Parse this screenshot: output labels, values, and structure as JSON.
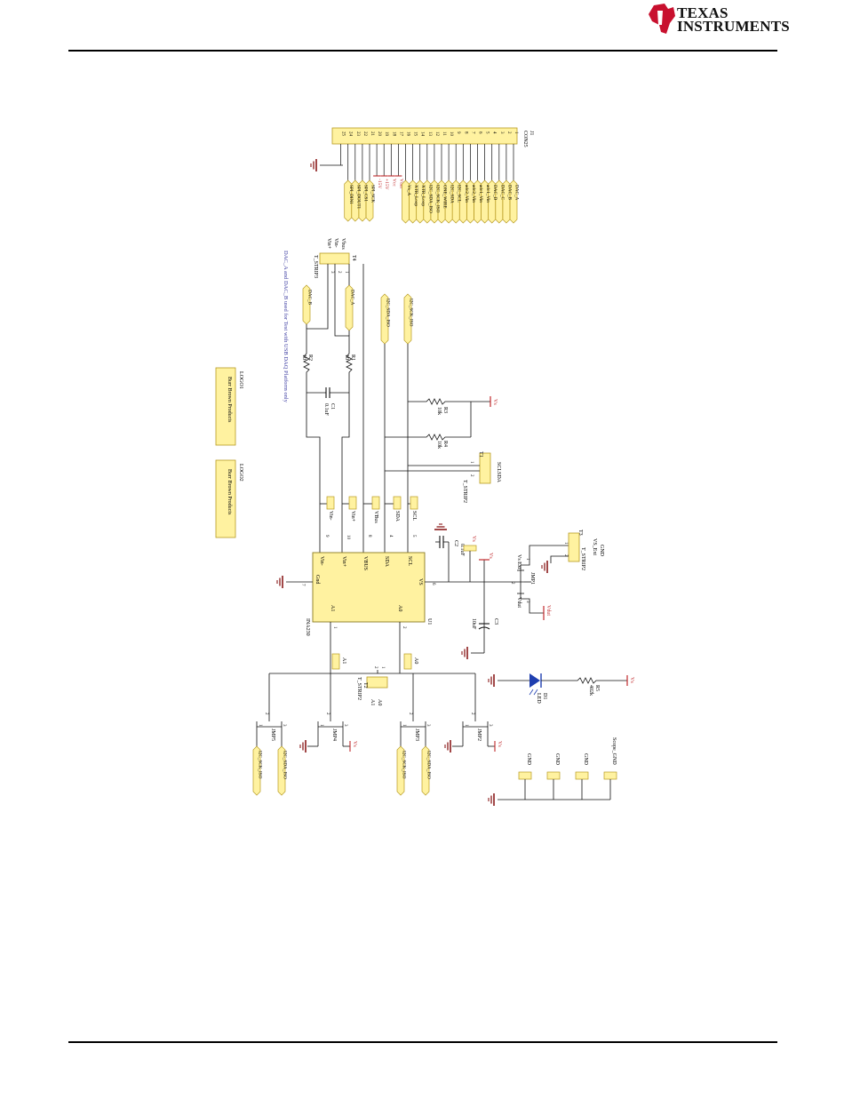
{
  "logo": {
    "line1": "TEXAS",
    "line2": "INSTRUMENTS"
  },
  "colors": {
    "wire": "#101010",
    "tag_fill": "#fff2a0",
    "tag_stroke": "#b89a20",
    "power": "#c0282a",
    "ground": "#8a1b1b",
    "note_text": "#3a3aa0",
    "led": "#1f3fb0"
  },
  "j1": {
    "ref": "J1",
    "value": "CON25",
    "pins": [
      "1",
      "2",
      "3",
      "4",
      "5",
      "6",
      "7",
      "8",
      "9",
      "10",
      "11",
      "12",
      "13",
      "14",
      "15",
      "16",
      "17",
      "18",
      "19",
      "20",
      "21",
      "22",
      "23",
      "24",
      "25"
    ],
    "nets_top": [
      "DAC_A",
      "DAC_B",
      "DAC_C",
      "DAC_D",
      "adc1_Vin",
      "adc1_Vin",
      "adc2_Vin",
      "adc2_Vin",
      "I2C_SCL",
      "I2C_SDA",
      "ONE_WIRE",
      "I2C_SCK_ISO",
      "I2C_SDA_ISO",
      "XTR_Loop",
      "XTR_Loop",
      "Vs_A"
    ],
    "power_nets": [
      "Vdut",
      "Vcc",
      "+15V",
      "-15V"
    ],
    "nets_bottom": [
      "SPI_SCK",
      "SPI_CS1",
      "SPI_DOUT1",
      "SPI_DIN1"
    ]
  },
  "t4": {
    "ref": "T4",
    "value": "T_STRIP3",
    "pins": [
      "Vbus",
      "Vin-",
      "Vin+"
    ],
    "pin_nums": [
      "1",
      "2",
      "3"
    ]
  },
  "note": "DAC_A and DAC_B used for Test with USB DAQ Platform only",
  "dac_tags": [
    "DAC_B",
    "DAC_A"
  ],
  "i2c_tags": [
    "I2C_SDA_ISO",
    "I2C_SCK_ISO"
  ],
  "r1": {
    "ref": "R1",
    "value": "10"
  },
  "r2": {
    "ref": "R2",
    "value": "10"
  },
  "c1": {
    "ref": "C1",
    "value": "0.1uF"
  },
  "r3": {
    "ref": "R3",
    "value": "10k"
  },
  "r4": {
    "ref": "R4",
    "value": "10k"
  },
  "vs": "Vs",
  "t1": {
    "ref": "T1",
    "value": "T_STRIP2",
    "pins": [
      "SCL",
      "SDA"
    ],
    "pin_nums": [
      "1",
      "2"
    ]
  },
  "logo1": {
    "ref": "LOGO1",
    "text": "Burr Brown Products"
  },
  "logo2": {
    "ref": "LOGO2",
    "text": "Burr Brown Products"
  },
  "testpoints": [
    "Vin-",
    "Vin+",
    "VBus",
    "SDA",
    "SCL"
  ],
  "u1": {
    "ref": "U1",
    "value": "INA230",
    "pins": [
      "Vin-",
      "Vin+",
      "VBUS",
      "SDA",
      "SCL",
      "Gnd",
      "VS",
      "A1",
      "A0"
    ],
    "pin_nums": [
      "9",
      "10",
      "8",
      "4",
      "5",
      "7",
      "6",
      "1",
      "2"
    ]
  },
  "c2": {
    "ref": "C2",
    "value": "0.1uF"
  },
  "c3": {
    "ref": "C3",
    "value": "10uF"
  },
  "jmp1": {
    "ref": "JMP1",
    "pins": [
      "Vs Ext",
      "Vdut"
    ],
    "pin_nums": [
      "1",
      "2",
      "3"
    ]
  },
  "vdut_net": "Vdut",
  "t3": {
    "ref": "T3",
    "value": "T_STRIP2",
    "pins": [
      "VS_Ext",
      "GND"
    ],
    "pin_nums": [
      "1",
      "2"
    ]
  },
  "addr_tp": [
    "A1",
    "A0"
  ],
  "t2": {
    "ref": "T2",
    "value": "T_STRIP2",
    "pins": [
      "A0",
      "A1"
    ],
    "pin_nums": [
      "1",
      "2"
    ]
  },
  "d1": {
    "ref": "D1",
    "value": "LED"
  },
  "r5": {
    "ref": "R5",
    "value": "402k"
  },
  "jumpers": [
    {
      "ref": "JMP5",
      "pins": [
        "1",
        "2",
        "3"
      ]
    },
    {
      "ref": "JMP4",
      "pins": [
        "1",
        "2",
        "3"
      ]
    },
    {
      "ref": "JMP3",
      "pins": [
        "1",
        "2",
        "3"
      ]
    },
    {
      "ref": "JMP2",
      "pins": [
        "1",
        "2",
        "3"
      ]
    }
  ],
  "bottom_tags": [
    "I2C_SCK_ISO",
    "I2C_SDA_ISO",
    "I2C_SCK_ISO",
    "I2C_SDA_ISO"
  ],
  "gnd_tps": [
    "GND",
    "GND",
    "GND",
    "Scope_GND"
  ]
}
